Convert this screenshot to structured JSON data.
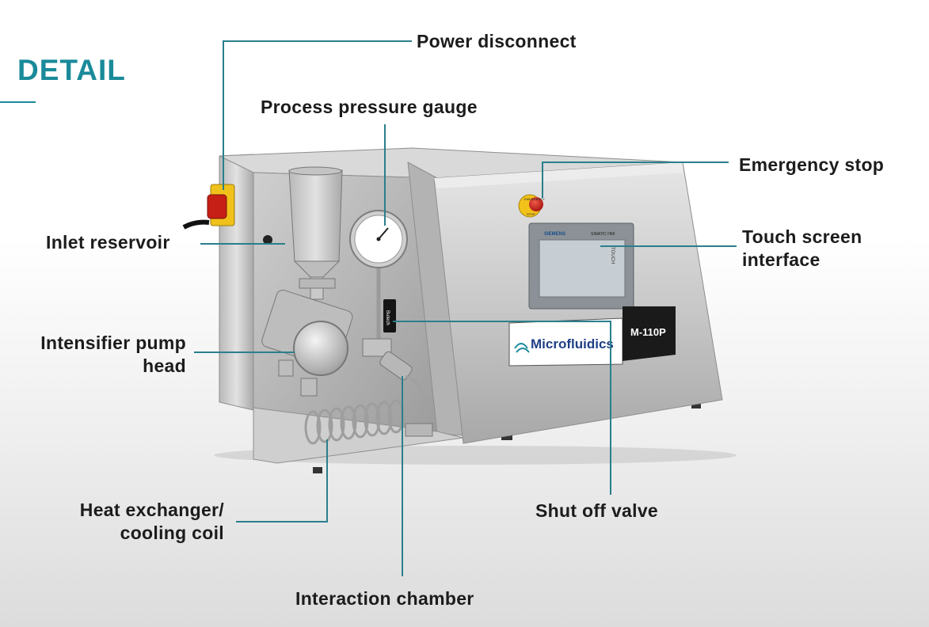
{
  "section": {
    "title": "DETAIL"
  },
  "callouts": {
    "power_disconnect": "Power disconnect",
    "process_pressure_gauge": "Process pressure gauge",
    "emergency_stop": "Emergency stop",
    "inlet_reservoir": "Inlet reservoir",
    "touch_screen_line1": "Touch screen",
    "touch_screen_line2": "interface",
    "intensifier_line1": "Intensifier pump",
    "intensifier_line2": "head",
    "shut_off_valve": "Shut off valve",
    "heat_exchanger_line1": "Heat exchanger/",
    "heat_exchanger_line2": "cooling coil",
    "interaction_chamber": "Interaction chamber"
  },
  "machine": {
    "brand": "Microfluidics",
    "model": "M-110P",
    "screen_brand": "SIEMENS",
    "screen_model": "SIMATIC HMI",
    "screen_touch": "TOUCH",
    "estop_text_top": "EMERGENCY",
    "estop_text_bottom": "STOP",
    "valve_brand": "Butech"
  },
  "colors": {
    "accent": "#1a8a9a",
    "leader_line": "#2a7f8c",
    "steel_light": "#d8d8d8",
    "steel_dark": "#9a9a9a",
    "estop_red": "#d0261e",
    "estop_yellow": "#f2c21a"
  }
}
